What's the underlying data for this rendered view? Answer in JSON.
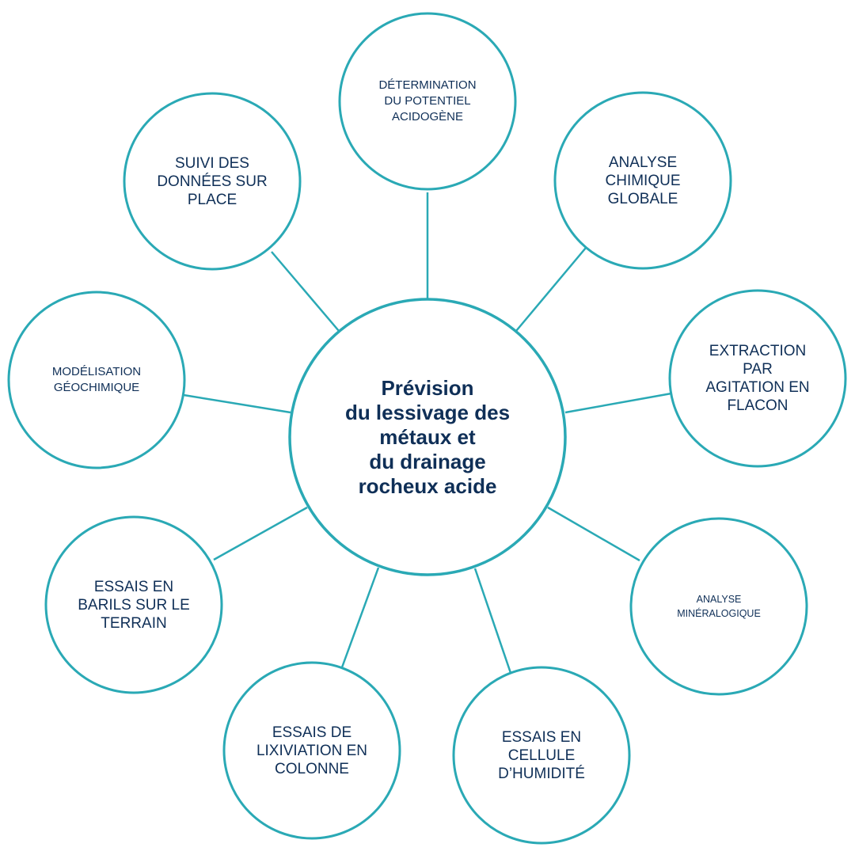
{
  "colors": {
    "stroke": "#2aa9b5",
    "text": "#0f2f57",
    "background": "#ffffff"
  },
  "center": {
    "lines": [
      "Prévision",
      "du lessivage des",
      "métaux et",
      "du drainage",
      "rocheux acide"
    ]
  },
  "nodes": {
    "top": {
      "lines": [
        "DÉTERMINATION",
        "DU POTENTIEL",
        "ACIDOGÈNE"
      ]
    },
    "upper_right": {
      "lines": [
        "ANALYSE",
        "CHIMIQUE",
        "GLOBALE"
      ]
    },
    "right": {
      "lines": [
        "EXTRACTION",
        "PAR",
        "AGITATION EN",
        "FLACON"
      ]
    },
    "lower_right": {
      "lines": [
        "ANALYSE",
        "MINÉRALOGIQUE"
      ]
    },
    "bottom_right": {
      "lines": [
        "ESSAIS EN",
        "CELLULE",
        "D’HUMIDITÉ"
      ]
    },
    "bottom_left": {
      "lines": [
        "ESSAIS DE",
        "LIXIVIATION EN",
        "COLONNE"
      ]
    },
    "lower_left": {
      "lines": [
        "ESSAIS EN",
        "BARILS SUR LE",
        "TERRAIN"
      ]
    },
    "left": {
      "lines": [
        "MODÉLISATION",
        "GÉOCHIMIQUE"
      ]
    },
    "upper_left": {
      "lines": [
        "SUIVI DES",
        "DONNÉES SUR",
        "PLACE"
      ]
    }
  }
}
